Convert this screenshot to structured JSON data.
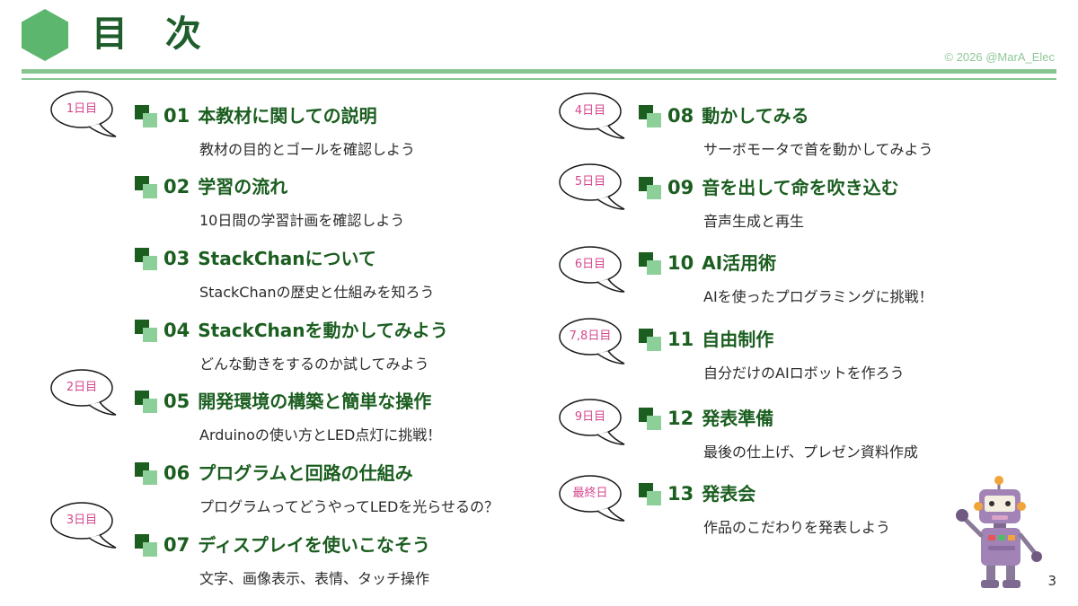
{
  "header": {
    "title": "目 次",
    "copyright": "© 2026 @MarA_Elec"
  },
  "colors": {
    "accent": "#1b5e20",
    "rule": "#86c591",
    "bubble_text": "#d6478e"
  },
  "bubbles": [
    "1日目",
    "2日目",
    "3日目",
    "4日目",
    "5日目",
    "6日目",
    "7,8日目",
    "9日目",
    "最終日"
  ],
  "items": [
    {
      "num": "01",
      "title": "本教材に関しての説明",
      "sub": "教材の目的とゴールを確認しよう"
    },
    {
      "num": "02",
      "title": "学習の流れ",
      "sub": "10日間の学習計画を確認しよう"
    },
    {
      "num": "03",
      "title": "StackChanについて",
      "sub": "StackChanの歴史と仕組みを知ろう"
    },
    {
      "num": "04",
      "title": "StackChanを動かしてみよう",
      "sub": "どんな動きをするのか試してみよう"
    },
    {
      "num": "05",
      "title": "開発環境の構築と簡単な操作",
      "sub": "Arduinoの使い方とLED点灯に挑戦！"
    },
    {
      "num": "06",
      "title": "プログラムと回路の仕組み",
      "sub": "プログラムってどうやってLEDを光らせるの？"
    },
    {
      "num": "07",
      "title": "ディスプレイを使いこなそう",
      "sub": "文字、画像表示、表情、タッチ操作"
    },
    {
      "num": "08",
      "title": "動かしてみる",
      "sub": "サーボモータで首を動かしてみよう"
    },
    {
      "num": "09",
      "title": "音を出して命を吹き込む",
      "sub": "音声生成と再生"
    },
    {
      "num": "10",
      "title": "AI活用術",
      "sub": "AIを使ったプログラミングに挑戦！"
    },
    {
      "num": "11",
      "title": "自由制作",
      "sub": "自分だけのAIロボットを作ろう"
    },
    {
      "num": "12",
      "title": "発表準備",
      "sub": "最後の仕上げ、プレゼン資料作成"
    },
    {
      "num": "13",
      "title": "発表会",
      "sub": "作品のこだわりを発表しよう"
    }
  ],
  "page_number": "3"
}
